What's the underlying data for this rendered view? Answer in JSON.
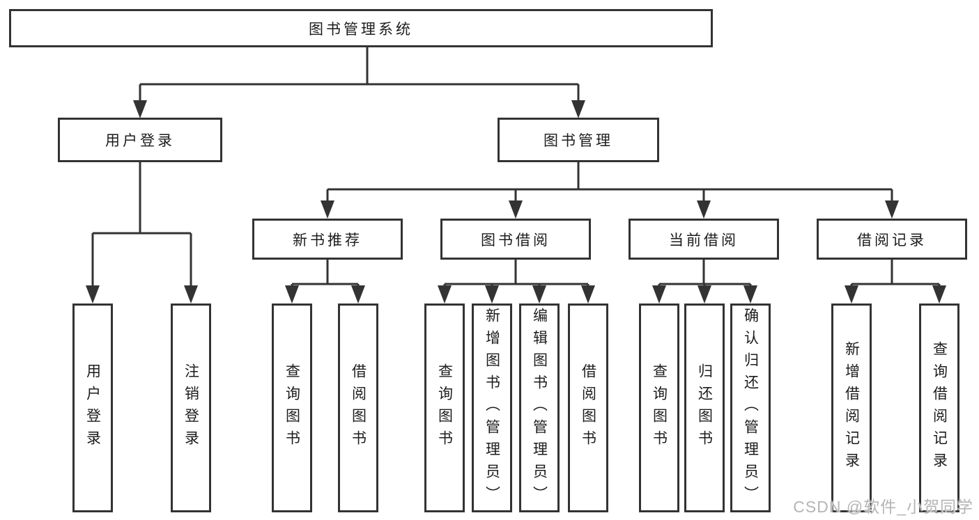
{
  "diagram": {
    "kind": "hierarchy",
    "colors": {
      "line": "#333333",
      "border": "#333333",
      "text": "#1c1c1c",
      "background": "#ffffff",
      "watermark": "#b5b5b5"
    },
    "watermark": {
      "text": "CSDN @软件_小贺同学"
    },
    "tree": {
      "label": "图书管理系统",
      "children": [
        {
          "label": "用户登录",
          "children": [
            {
              "label": "用户登录"
            },
            {
              "label": "注销登录"
            }
          ]
        },
        {
          "label": "图书管理",
          "children": [
            {
              "label": "新书推荐",
              "children": [
                {
                  "label": "查询图书"
                },
                {
                  "label": "借阅图书"
                }
              ]
            },
            {
              "label": "图书借阅",
              "children": [
                {
                  "label": "查询图书"
                },
                {
                  "label": "新增图书（管理员）"
                },
                {
                  "label": "编辑图书（管理员）"
                },
                {
                  "label": "借阅图书"
                }
              ]
            },
            {
              "label": "当前借阅",
              "children": [
                {
                  "label": "查询图书"
                },
                {
                  "label": "归还图书"
                },
                {
                  "label": "确认归还（管理员）"
                }
              ]
            },
            {
              "label": "借阅记录",
              "children": [
                {
                  "label": "新增借阅记录"
                },
                {
                  "label": "查询借阅记录"
                }
              ]
            }
          ]
        }
      ]
    }
  }
}
